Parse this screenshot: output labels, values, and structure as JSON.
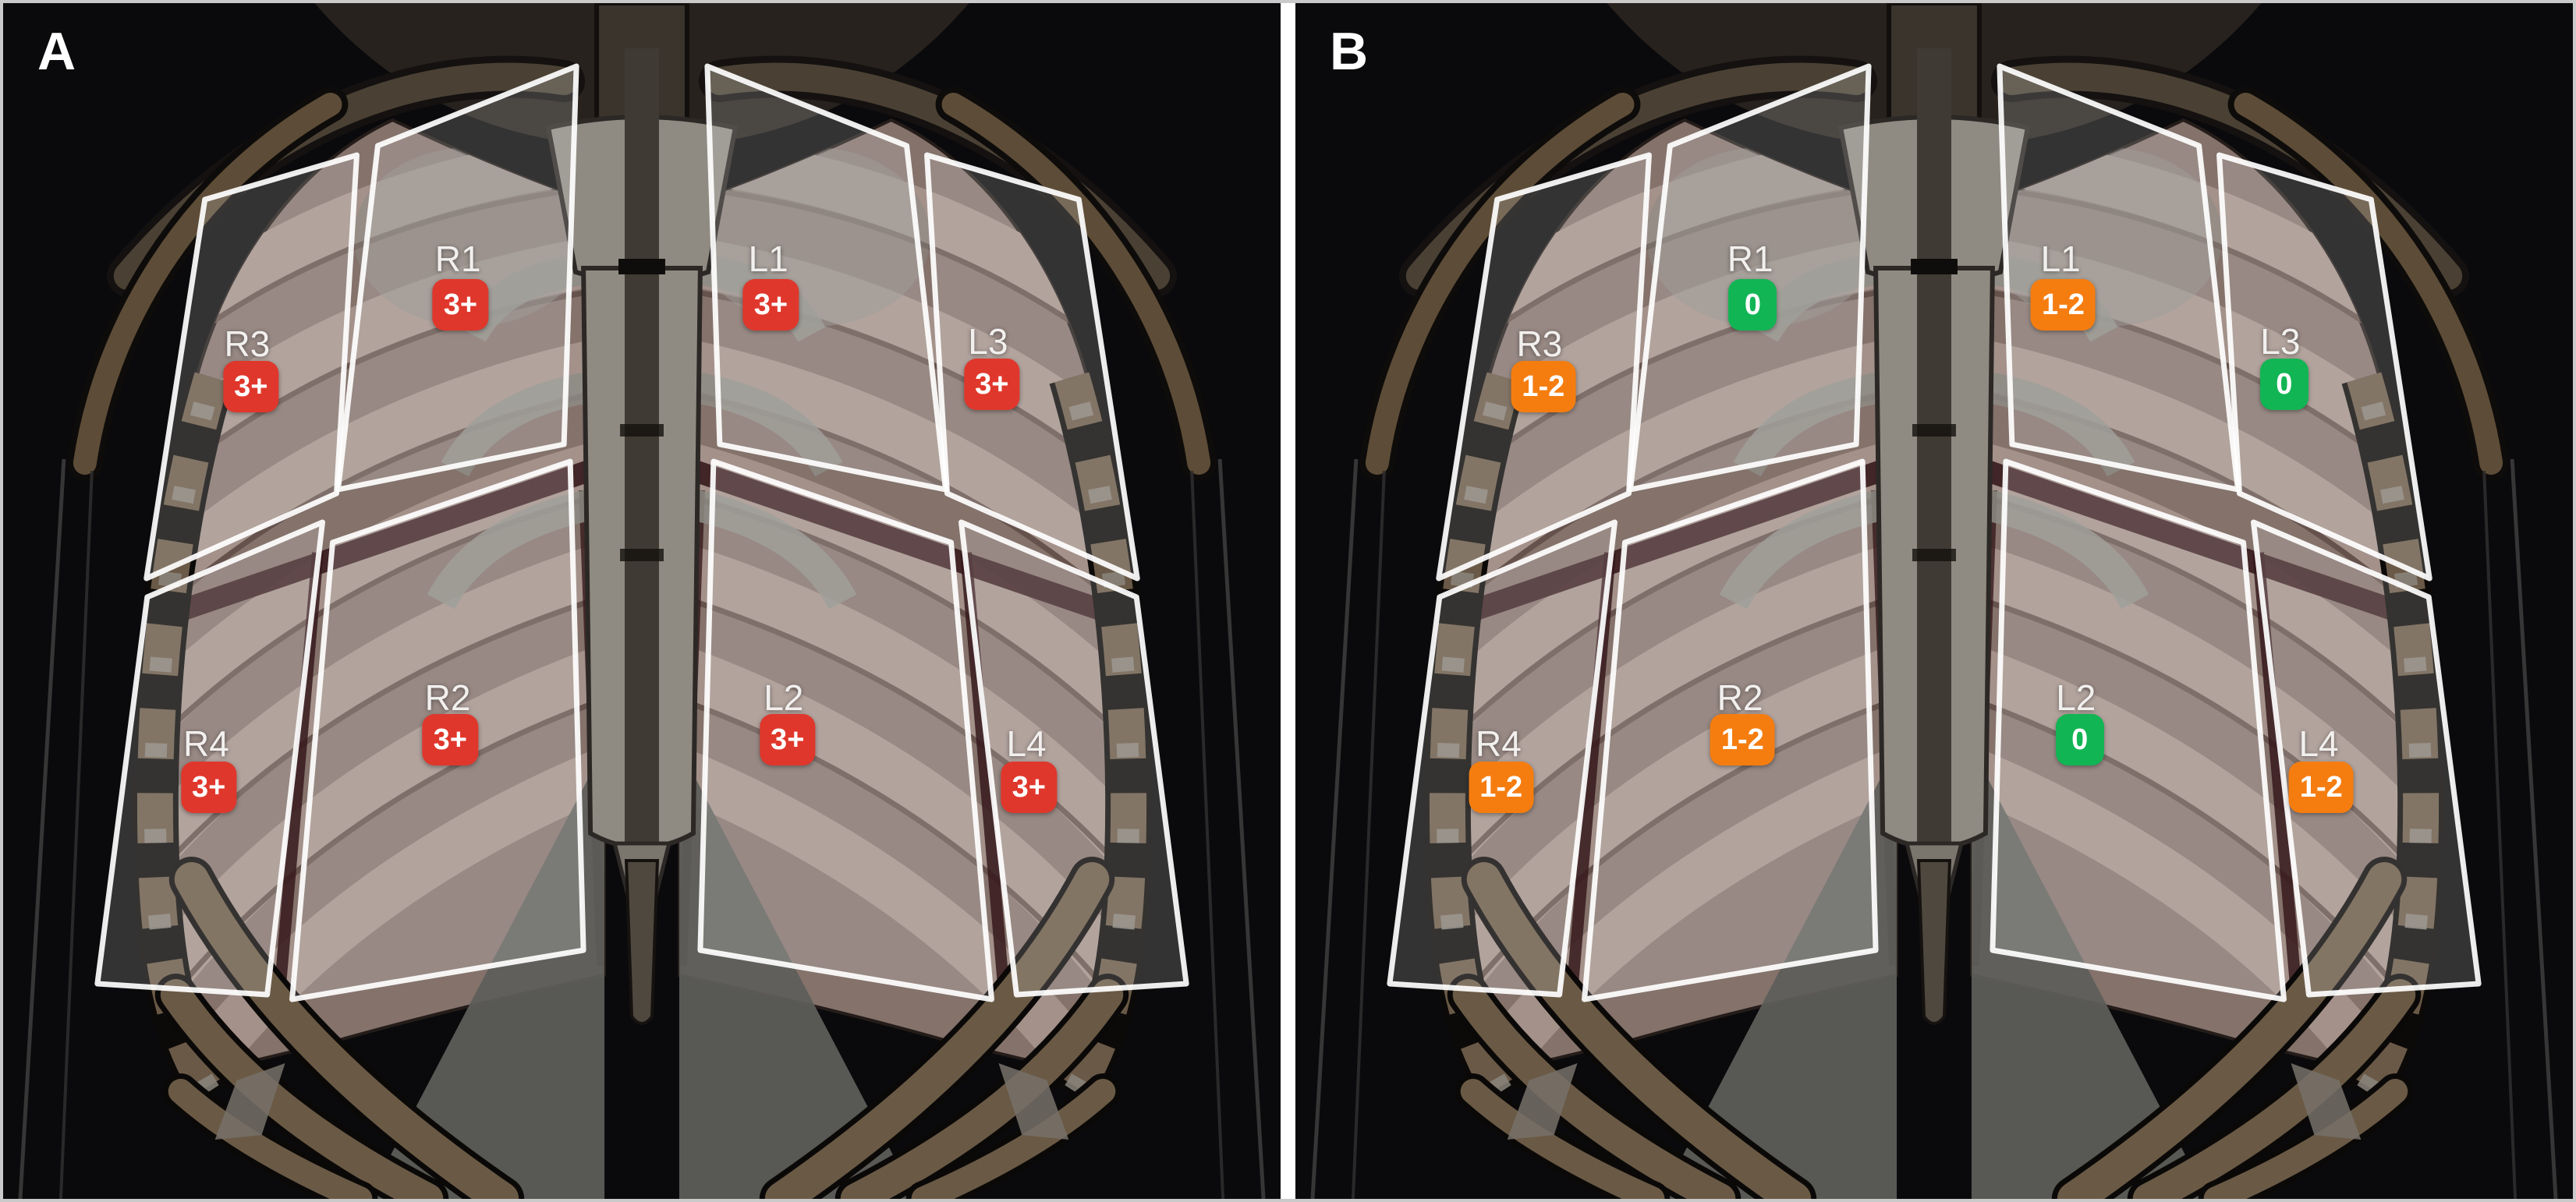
{
  "figure": {
    "background": "#0a0a0c",
    "frame_color": "#cacaca",
    "divider_color": "#ffffff"
  },
  "severity_colors": {
    "3+": "#e0372c",
    "1-2": "#f57d10",
    "0": "#12b554"
  },
  "zone_ids": [
    "R1",
    "L1",
    "R3",
    "L3",
    "R2",
    "L2",
    "R4",
    "L4"
  ],
  "panels": [
    {
      "label": "A",
      "scores": {
        "R1": "3+",
        "L1": "3+",
        "R3": "3+",
        "L3": "3+",
        "R2": "3+",
        "L2": "3+",
        "R4": "3+",
        "L4": "3+"
      }
    },
    {
      "label": "B",
      "scores": {
        "R1": "0",
        "L1": "1-2",
        "R3": "1-2",
        "L3": "0",
        "R2": "1-2",
        "L2": "0",
        "R4": "1-2",
        "L4": "1-2"
      }
    }
  ]
}
